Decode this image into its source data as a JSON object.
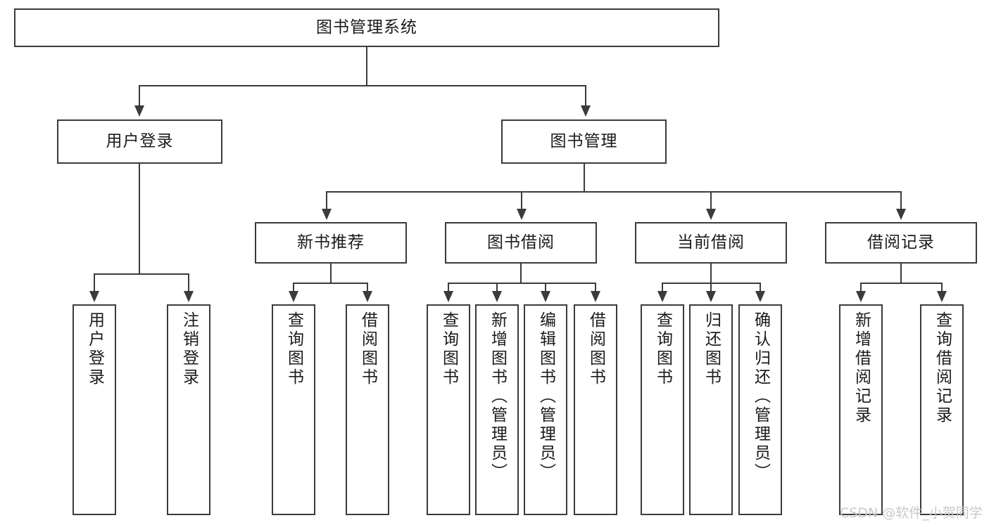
{
  "diagram": {
    "title": "图书管理系统",
    "type": "tree",
    "orientation": "top-down",
    "box_border_color": "#3b3b3b",
    "box_fill_color": "#ffffff",
    "connector_color": "#3b3b3b",
    "background_color": "#ffffff"
  },
  "nodes": {
    "root": {
      "label": "图书管理系统"
    },
    "level2": [
      {
        "label": "用户登录"
      },
      {
        "label": "图书管理"
      }
    ],
    "level3": [
      {
        "label": "新书推荐"
      },
      {
        "label": "图书借阅"
      },
      {
        "label": "当前借阅"
      },
      {
        "label": "借阅记录"
      }
    ],
    "leaves": {
      "user_login": [
        {
          "label": "用户登录"
        },
        {
          "label": "注销登录"
        }
      ],
      "new_book_recommend": [
        {
          "label": "查询图书"
        },
        {
          "label": "借阅图书"
        }
      ],
      "book_borrow": [
        {
          "label": "查询图书"
        },
        {
          "label": "新增图书（管理员）"
        },
        {
          "label": "编辑图书（管理员）"
        },
        {
          "label": "借阅图书"
        }
      ],
      "current_borrow": [
        {
          "label": "查询图书"
        },
        {
          "label": "归还图书"
        },
        {
          "label": "确认归还（管理员）"
        }
      ],
      "borrow_record": [
        {
          "label": "新增借阅记录"
        },
        {
          "label": "查询借阅记录"
        }
      ]
    }
  },
  "watermark": {
    "text": "CSDN @软件_小贺同学",
    "color": "#c9c9c9"
  }
}
